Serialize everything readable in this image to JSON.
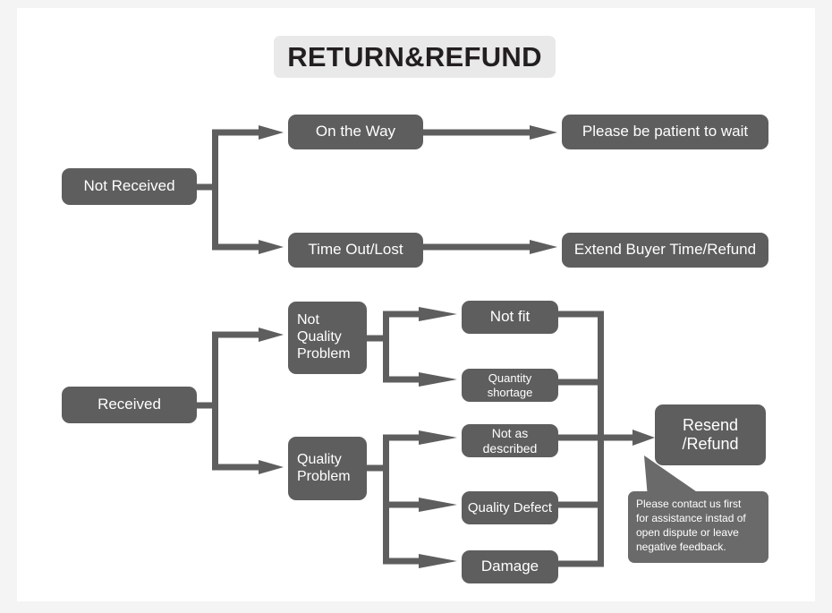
{
  "page": {
    "title": "RETURN&REFUND",
    "background": "#f4f4f4",
    "canvas_background": "#ffffff",
    "node_color": "#5e5e5e",
    "connector_color": "#5e5e5e",
    "title_chip_color": "#e9e9e9",
    "node_text_color": "#ffffff",
    "title_text_color": "#231f20"
  },
  "chart_data": {
    "type": "diagram",
    "title": "RETURN&REFUND",
    "nodes": [
      {
        "id": "not_received",
        "label": "Not Received",
        "column": 1
      },
      {
        "id": "on_the_way",
        "label": "On the Way",
        "column": 2
      },
      {
        "id": "time_out_lost",
        "label": "Time Out/Lost",
        "column": 2
      },
      {
        "id": "be_patient",
        "label": "Please be patient to wait",
        "column": 3
      },
      {
        "id": "extend_buyer",
        "label": "Extend Buyer Time/Refund",
        "column": 3
      },
      {
        "id": "received",
        "label": "Received",
        "column": 1
      },
      {
        "id": "not_quality",
        "label": "Not Quality Problem",
        "column": 2
      },
      {
        "id": "quality",
        "label": "Quality Problem",
        "column": 2
      },
      {
        "id": "not_fit",
        "label": "Not fit",
        "column": 3
      },
      {
        "id": "shortage",
        "label": "Quantity shortage",
        "column": 3
      },
      {
        "id": "not_described",
        "label": "Not as described",
        "column": 3
      },
      {
        "id": "defect",
        "label": "Quality Defect",
        "column": 3
      },
      {
        "id": "damage",
        "label": "Damage",
        "column": 3
      },
      {
        "id": "resend_refund",
        "label": "Resend /Refund",
        "column": 4
      }
    ],
    "edges": [
      {
        "from": "not_received",
        "to": "on_the_way"
      },
      {
        "from": "not_received",
        "to": "time_out_lost"
      },
      {
        "from": "on_the_way",
        "to": "be_patient"
      },
      {
        "from": "time_out_lost",
        "to": "extend_buyer"
      },
      {
        "from": "received",
        "to": "not_quality"
      },
      {
        "from": "received",
        "to": "quality"
      },
      {
        "from": "not_quality",
        "to": "not_fit"
      },
      {
        "from": "not_quality",
        "to": "shortage"
      },
      {
        "from": "quality",
        "to": "not_described"
      },
      {
        "from": "quality",
        "to": "defect"
      },
      {
        "from": "quality",
        "to": "damage"
      },
      {
        "from": "not_fit",
        "to": "resend_refund"
      },
      {
        "from": "shortage",
        "to": "resend_refund"
      },
      {
        "from": "not_described",
        "to": "resend_refund"
      },
      {
        "from": "defect",
        "to": "resend_refund"
      },
      {
        "from": "damage",
        "to": "resend_refund"
      }
    ],
    "annotations": [
      {
        "id": "contact_note",
        "attached_to": "resend_refund",
        "text": "Please contact us first for assistance instad of open dispute or leave negative feedback."
      }
    ]
  },
  "nodes": {
    "not_received": "Not Received",
    "on_the_way": "On the Way",
    "time_out_lost": "Time Out/Lost",
    "be_patient": "Please be patient to wait",
    "extend_buyer": "Extend Buyer Time/Refund",
    "received": "Received",
    "not_quality_l1": "Not",
    "not_quality_l2": "Quality",
    "not_quality_l3": "Problem",
    "quality_l1": "Quality",
    "quality_l2": "Problem",
    "not_fit": "Not fit",
    "shortage": "Quantity shortage",
    "not_described": "Not as described",
    "defect": "Quality Defect",
    "damage": "Damage",
    "resend_l1": "Resend",
    "resend_l2": "/Refund"
  },
  "callout": {
    "line1": "Please contact us first",
    "line2": "for assistance instad of",
    "line3": "open dispute or leave",
    "line4": "negative feedback."
  }
}
